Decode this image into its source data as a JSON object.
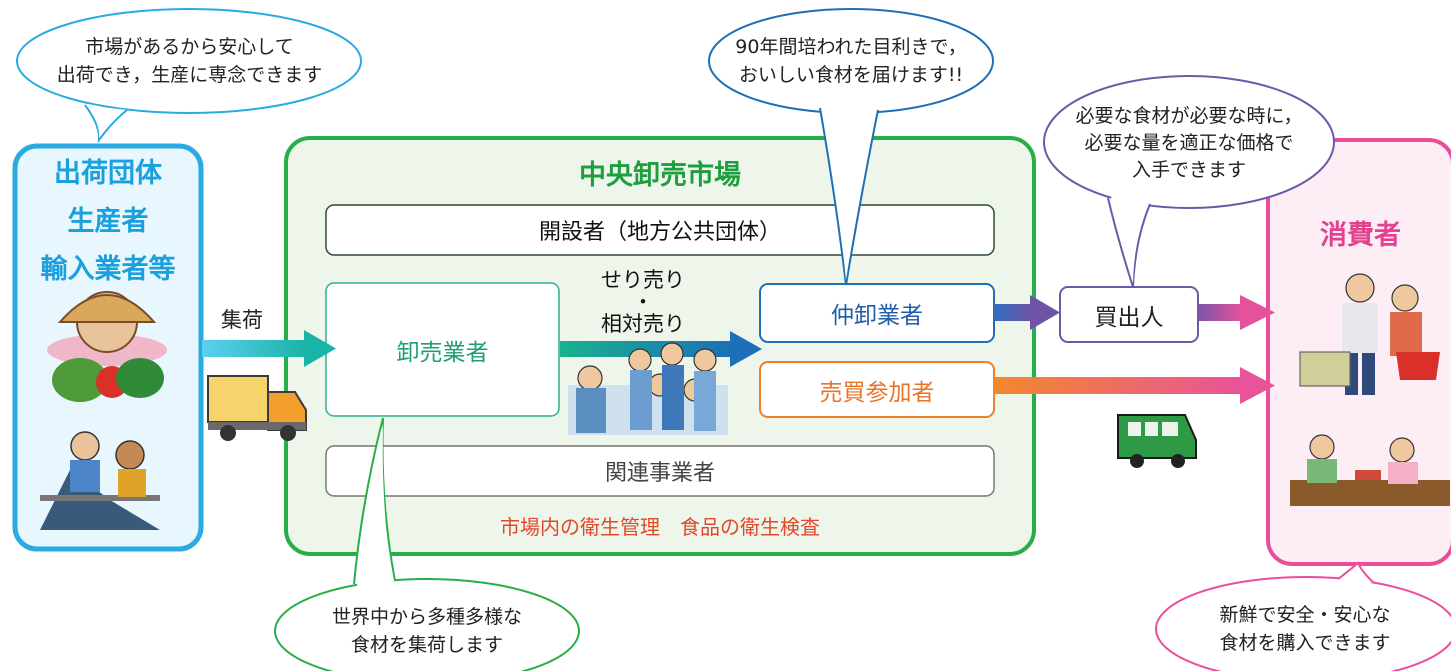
{
  "left_panel": {
    "lines": [
      "出荷団体",
      "生産者",
      "輸入業者等"
    ]
  },
  "market": {
    "title": "中央卸売市場",
    "operator": "開設者（地方公共団体）",
    "wholesaler": "卸売業者",
    "auction_label": "せり売り\n・\n相対売り",
    "intermediate_wholesaler": "仲卸業者",
    "trading_participant": "売買参加者",
    "related_business": "関連事業者",
    "hygiene": "市場内の衛生管理　食品の衛生検査"
  },
  "collection_label": "集荷",
  "buyer": "買出人",
  "consumer": "消費者",
  "bubbles": {
    "producer": "市場があるから安心して\n出荷でき，生産に専念できます",
    "intermediate": "90年間培われた目利きで，\nおいしい食材を届けます!!",
    "buyer": "必要な食材が必要な時に，\n必要な量を適正な価格で\n入手できます",
    "wholesaler": "世界中から多種多様な\n食材を集荷します",
    "consumer": "新鮮で安全・安心な\n食材を購入できます"
  },
  "colors": {
    "producer_border": "#29abe2",
    "producer_bg": "#e8f6fd",
    "producer_text": "#1aa0dc",
    "market_border": "#27ae49",
    "market_bg": "#eef5ea",
    "market_title": "#1f9e3f",
    "intermediate_border": "#1f6fb6",
    "participant_border": "#f07f2c",
    "participant_text": "#e8742a",
    "hygiene_text": "#e04a2a",
    "buyer_border": "#6b5aa8",
    "consumer_border": "#e94d9b",
    "consumer_bg": "#fdeef6",
    "consumer_text": "#e2428f"
  },
  "icons": [
    "farmer-icon",
    "fisherman-icon",
    "truck-icon",
    "auction-crowd-icon",
    "van-icon",
    "shopping-couple-icon",
    "dining-couple-icon"
  ]
}
